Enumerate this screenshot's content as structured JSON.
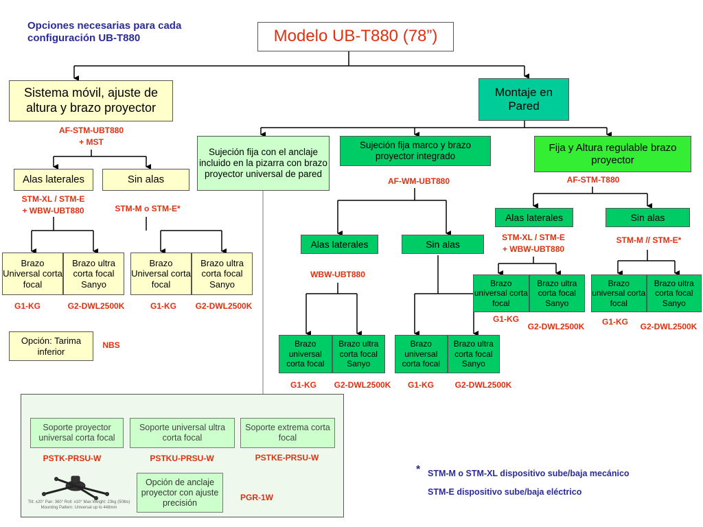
{
  "header_note": {
    "line1": "Opciones necesarias para cada",
    "line2": "configuración  UB-T880"
  },
  "root": "Modelo UB-T880 (78”)",
  "left": {
    "title": "Sistema móvil, ajuste de altura y brazo proyector",
    "code": "AF-STM-UBT880\n+ MST",
    "alas": "Alas laterales",
    "sin_alas": "Sin alas",
    "alas_code": "STM-XL / STM-E\n+ WBW-UBT880",
    "sin_code": "STM-M o STM-E*",
    "arms": [
      "Brazo Universal corta focal",
      "Brazo ultra corta focal Sanyo",
      "Brazo Universal corta focal",
      "Brazo ultra corta focal Sanyo"
    ],
    "arm_codes": [
      "G1-KG",
      "G2-DWL2500K",
      "G1-KG",
      "G2-DWL2500K"
    ],
    "option": "Opción: Tarima inferior",
    "option_code": "NBS"
  },
  "right": {
    "title": "Montaje en Pared",
    "fixed_anchor": "Sujeción fija con el anclaje incluido en la pizarra con brazo proyector  universal de pared",
    "frame": "Sujeción fija marco y brazo proyector integrado",
    "frame_code": "AF-WM-UBT880",
    "frame_alas": "Alas laterales",
    "frame_sin": "Sin alas",
    "frame_alas_code": "WBW-UBT880",
    "frame_arms": [
      "Brazo universal corta focal",
      "Brazo ultra corta focal Sanyo",
      "Brazo universal corta focal",
      "Brazo ultra corta focal Sanyo"
    ],
    "frame_arm_codes": [
      "G1-KG",
      "G2-DWL2500K",
      "G1-KG",
      "G2-DWL2500K"
    ],
    "adjust": "Fija y Altura regulable brazo proyector",
    "adjust_code": "AF-STM-T880",
    "adjust_alas": "Alas laterales",
    "adjust_sin": "Sin alas",
    "adjust_alas_code": "STM-XL / STM-E\n+ WBW-UBT880",
    "adjust_sin_code": "STM-M // STM-E*",
    "adjust_arms": [
      "Brazo universal corta focal",
      "Brazo ultra corta focal Sanyo",
      "Brazo universal corta focal",
      "Brazo ultra corta focal Sanyo"
    ],
    "adjust_arm_codes": [
      "G1-KG",
      "G2-DWL2500K",
      "G1-KG",
      "G2-DWL2500K"
    ]
  },
  "bottom": {
    "supports": [
      "Soporte proyector universal corta focal",
      "Soporte universal ultra corta focal",
      "Soporte extrema corta focal"
    ],
    "support_codes": [
      "PSTK-PRSU-W",
      "PSTKU-PRSU-W",
      "PSTKE-PRSU-W"
    ],
    "anchor_option": "Opción de anclaje proyector con ajuste precisión",
    "anchor_code": "PGR-1W",
    "photo_caption": "Tilt: ±20° Pan: 360° Roll: ±10° Max Weight: 23kg (50lbs) Mounting Pattern: Universal up to 448mm"
  },
  "footnote": {
    "star": "*",
    "line1": "STM-M o STM-XL dispositivo sube/baja mecánico",
    "line2": "STM-E dispositivo sube/baja eléctrico"
  }
}
